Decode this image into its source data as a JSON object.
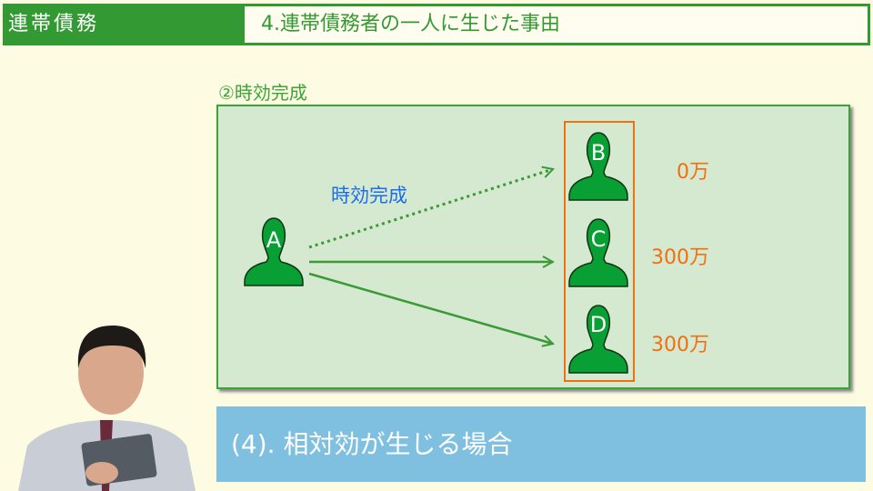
{
  "header": {
    "section": "連帯債務",
    "title": "4.連帯債務者の一人に生じた事由"
  },
  "subtitle": "②時効完成",
  "diagram": {
    "creditor": "A",
    "debtors": [
      {
        "label": "B",
        "amount": "0万"
      },
      {
        "label": "C",
        "amount": "300万"
      },
      {
        "label": "D",
        "amount": "300万"
      }
    ],
    "dotted_label": "時効完成",
    "colors": {
      "person": "#08a034",
      "arrow": "#3a9a35",
      "amount": "#f07010",
      "label": "#1a6ee8"
    }
  },
  "banner": "(4). 相対効が生じる場合"
}
